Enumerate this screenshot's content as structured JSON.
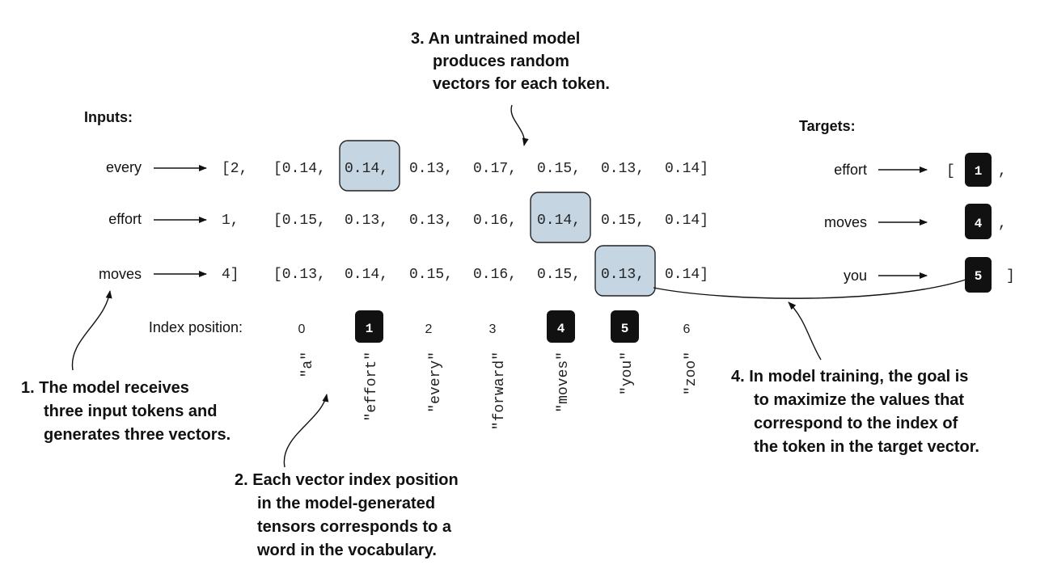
{
  "annotations": {
    "a1": [
      "1. The model receives",
      "three input tokens and",
      "generates three vectors."
    ],
    "a2": [
      "2. Each vector index position",
      "in the model-generated",
      "tensors corresponds to a",
      "word in the vocabulary."
    ],
    "a3": [
      "3. An untrained model",
      "produces random",
      "vectors for each token."
    ],
    "a4": [
      "4. In model training, the goal is",
      "to maximize the values that",
      "correspond to the index of",
      "the token in the target vector."
    ]
  },
  "inputs": {
    "heading": "Inputs:",
    "rows": [
      {
        "word": "every",
        "id": "[2,",
        "vector": [
          "[0.14,",
          "0.14,",
          "0.13,",
          "0.17,",
          "0.15,",
          "0.13,",
          "0.14]"
        ],
        "highlight": 1
      },
      {
        "word": "effort",
        "id": "1,",
        "vector": [
          "[0.15,",
          "0.13,",
          "0.13,",
          "0.16,",
          "0.14,",
          "0.15,",
          "0.14]"
        ],
        "highlight": 4
      },
      {
        "word": "moves",
        "id": "4]",
        "vector": [
          "[0.13,",
          "0.14,",
          "0.15,",
          "0.16,",
          "0.15,",
          "0.13,",
          "0.14]"
        ],
        "highlight": 5
      }
    ]
  },
  "index_label": "Index position:",
  "index_positions": [
    "0",
    "1",
    "2",
    "3",
    "4",
    "5",
    "6"
  ],
  "highlighted_positions": [
    1,
    4,
    5
  ],
  "vocabulary": [
    "\"a\"",
    "\"effort\"",
    "\"every\"",
    "\"forward\"",
    "\"moves\"",
    "\"you\"",
    "\"zoo\""
  ],
  "targets": {
    "heading": "Targets:",
    "rows": [
      {
        "word": "effort",
        "open": "[",
        "value": "1",
        "close": ","
      },
      {
        "word": "moves",
        "open": "",
        "value": "4",
        "close": ","
      },
      {
        "word": "you",
        "open": "",
        "value": "5",
        "close": "]"
      }
    ]
  }
}
